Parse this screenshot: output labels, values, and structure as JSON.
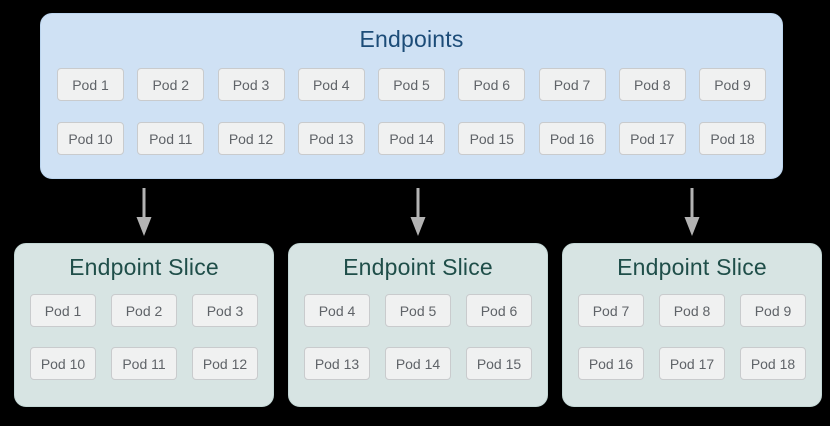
{
  "colors": {
    "page-bg": "#000000",
    "endpoints-bg": "#cfe1f4",
    "endpoints-border": "#bcd5ee",
    "endpoints-title": "#1c4c78",
    "slice-bg": "#d7e4e3",
    "slice-border": "#c3d7d5",
    "slice-title": "#1f4e49",
    "pod-bg": "#f0f1f1",
    "pod-border": "#c9cbcd",
    "pod-text": "#5f6368",
    "arrow": "#b3b3b3"
  },
  "endpoints": {
    "title": "Endpoints",
    "pods": [
      "Pod 1",
      "Pod 2",
      "Pod 3",
      "Pod 4",
      "Pod 5",
      "Pod 6",
      "Pod 7",
      "Pod 8",
      "Pod 9",
      "Pod 10",
      "Pod 11",
      "Pod 12",
      "Pod 13",
      "Pod 14",
      "Pod 15",
      "Pod 16",
      "Pod 17",
      "Pod 18"
    ]
  },
  "slices": [
    {
      "title": "Endpoint Slice",
      "pods": [
        "Pod 1",
        "Pod 2",
        "Pod 3",
        "Pod 10",
        "Pod 11",
        "Pod 12"
      ]
    },
    {
      "title": "Endpoint Slice",
      "pods": [
        "Pod 4",
        "Pod 5",
        "Pod 6",
        "Pod 13",
        "Pod 14",
        "Pod 15"
      ]
    },
    {
      "title": "Endpoint Slice",
      "pods": [
        "Pod 7",
        "Pod 8",
        "Pod 9",
        "Pod 16",
        "Pod 17",
        "Pod 18"
      ]
    }
  ]
}
